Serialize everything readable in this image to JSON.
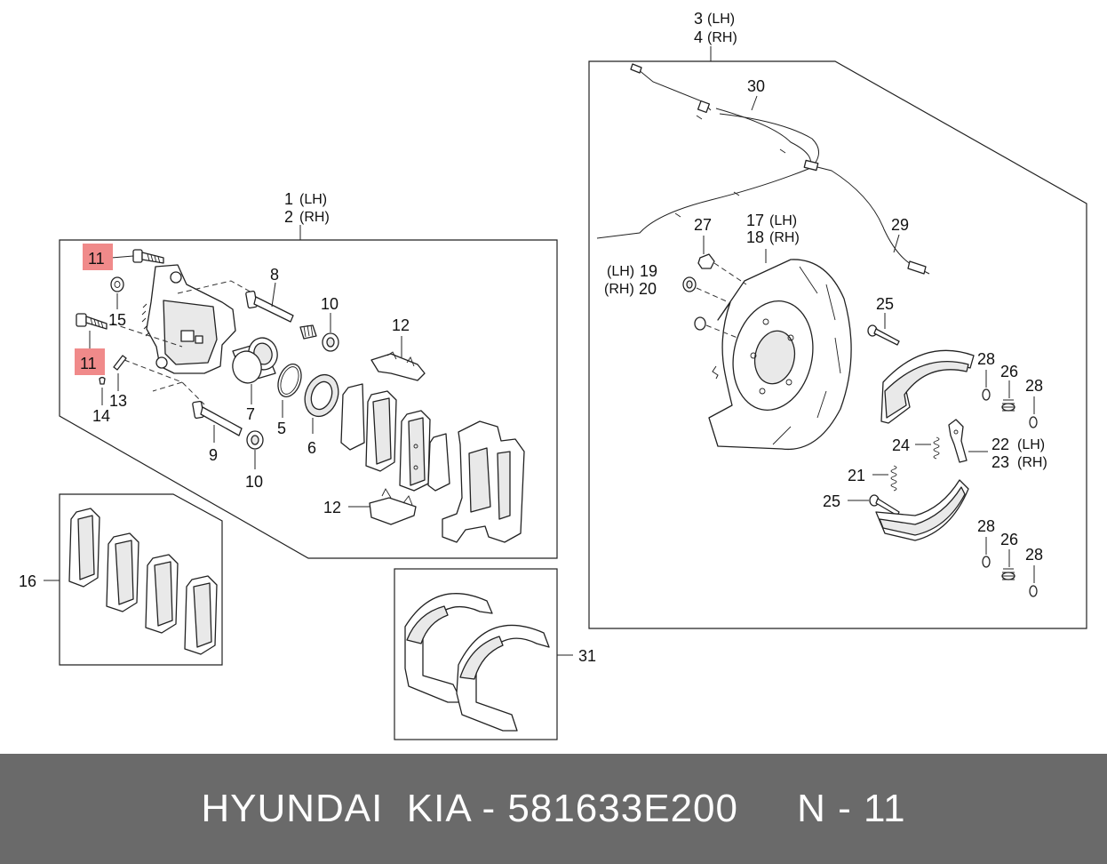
{
  "diagram": {
    "labels": {
      "l1": "1",
      "l1s": "(LH)",
      "l2": "2",
      "l2s": "(RH)",
      "l3": "3",
      "l3s": "(LH)",
      "l4": "4",
      "l4s": "(RH)",
      "l5": "5",
      "l6": "6",
      "l7": "7",
      "l8": "8",
      "l9": "9",
      "l10a": "10",
      "l10b": "10",
      "l11a": "11",
      "l11b": "11",
      "l12a": "12",
      "l12b": "12",
      "l13": "13",
      "l14": "14",
      "l15": "15",
      "l16": "16",
      "l17": "17",
      "l17s": "(LH)",
      "l18": "18",
      "l18s": "(RH)",
      "l19p": "(LH)",
      "l19": "19",
      "l20p": "(RH)",
      "l20": "20",
      "l21": "21",
      "l22": "22",
      "l22s": "(LH)",
      "l23": "23",
      "l23s": "(RH)",
      "l24": "24",
      "l25a": "25",
      "l25b": "25",
      "l26a": "26",
      "l26b": "26",
      "l27": "27",
      "l28a": "28",
      "l28b": "28",
      "l28c": "28",
      "l28d": "28",
      "l29": "29",
      "l30": "30",
      "l31": "31"
    },
    "highlight_color": "#f08a8a"
  },
  "footer": {
    "text": "HYUNDAI  KIA - 581633E200     N - 11",
    "background": "#6a6a6a"
  }
}
